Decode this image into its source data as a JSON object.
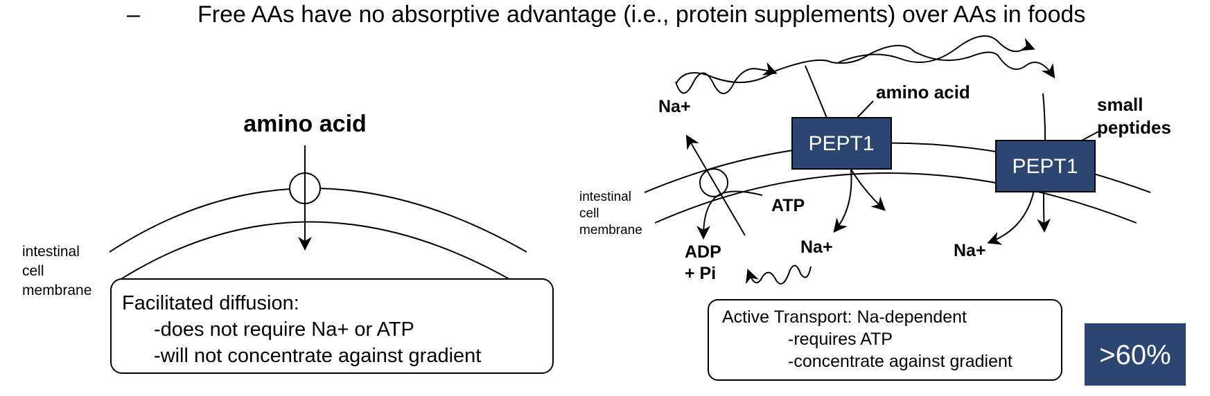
{
  "bullet": {
    "dash": "–",
    "text": "Free AAs have no absorptive advantage (i.e., protein supplements) over AAs in foods"
  },
  "left_panel": {
    "molecule_label": "amino acid",
    "membrane_label": [
      "intestinal",
      "cell",
      "membrane"
    ],
    "box_title": "Facilitated diffusion:",
    "box_lines": [
      "-does not require Na+ or ATP",
      "-will not concentrate against gradient"
    ]
  },
  "right_panel": {
    "na_top": "Na+",
    "amino_acid": "amino acid",
    "small_peptides": [
      "small",
      "peptides"
    ],
    "transporter_1": "PEPT1",
    "transporter_2": "PEPT1",
    "membrane_label": [
      "intestinal",
      "cell",
      "membrane"
    ],
    "atp": "ATP",
    "adp": [
      "ADP",
      "+ Pi"
    ],
    "na_mid": "Na+",
    "na_right": "Na+",
    "box_title": "Active Transport:  Na-dependent",
    "box_lines": [
      "-requires ATP",
      "-concentrate against gradient"
    ]
  },
  "badge": {
    "text": ">60%"
  },
  "colors": {
    "transporter": "#2c4672",
    "badge": "#2c4672",
    "ink": "#000000"
  }
}
